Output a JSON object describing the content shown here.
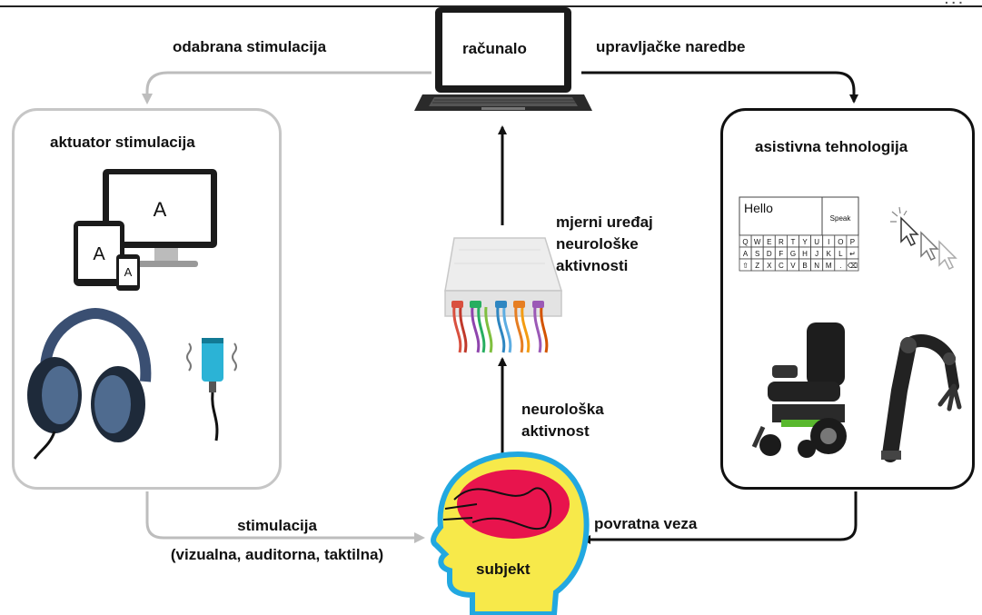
{
  "header_text": ". . .",
  "colors": {
    "black_arrow": "#111111",
    "gray_arrow": "#bdbdbd",
    "brain": "#e8144d",
    "head": "#f7e94a",
    "head_outline": "#22a8e0",
    "device_blue": "#2bb3d6"
  },
  "nodes": {
    "computer": "računalo",
    "actuator": "aktuator stimulacija",
    "assistive": "asistivna tehnologija",
    "measurement": {
      "line1": "mjerni uređaj",
      "line2": "neurološke",
      "line3": "aktivnosti"
    },
    "subject": "subjekt"
  },
  "edges": {
    "selected_stimulation": "odabrana stimulacija",
    "control_commands": "upravljačke naredbe",
    "neuro_activity": {
      "line1": "neurološka",
      "line2": "aktivnost"
    },
    "stimulation": {
      "line1": "stimulacija",
      "line2": "(vizualna, auditorna, taktilna)"
    },
    "feedback": "povratna veza"
  },
  "actuator_content": {
    "monitor_letter": "A",
    "tablet_letter": "A",
    "phone_letter": "A"
  },
  "assistive_content": {
    "keyboard_text": "Hello",
    "speak_key": "Speak",
    "keyboard_rows": [
      [
        "Q",
        "W",
        "E",
        "R",
        "T",
        "Y",
        "U",
        "I",
        "O",
        "P"
      ],
      [
        "A",
        "S",
        "D",
        "F",
        "G",
        "H",
        "J",
        "K",
        "L",
        "↵"
      ],
      [
        "⇧",
        "Z",
        "X",
        "C",
        "V",
        "B",
        "N",
        "M",
        ".",
        "⌫"
      ]
    ]
  }
}
